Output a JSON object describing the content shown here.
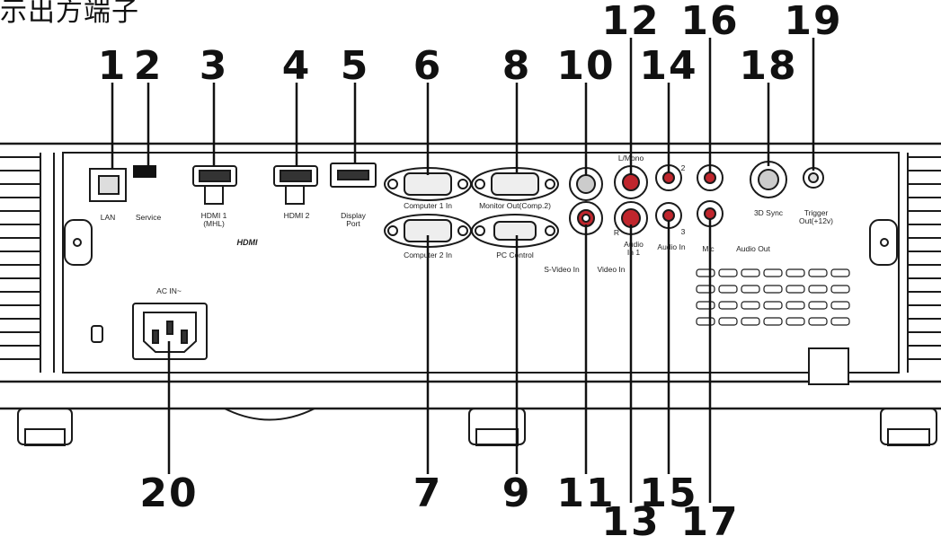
{
  "title_fragment": "示出方端子",
  "callouts": [
    "1",
    "2",
    "3",
    "4",
    "5",
    "6",
    "7",
    "8",
    "9",
    "10",
    "11",
    "12",
    "13",
    "14",
    "15",
    "16",
    "17",
    "18",
    "19",
    "20"
  ],
  "ports": {
    "lan": "LAN",
    "service": "Service",
    "hdmi1": "HDMI 1\n(MHL)",
    "hdmi2": "HDMI 2",
    "display_port": "Display\nPort",
    "hdmi_logo": "HDMI",
    "computer1": "Computer 1 In",
    "computer2": "Computer 2 In",
    "monitor_out": "Monitor Out(Comp.2)",
    "pc_control": "PC Control",
    "svideo": "S-Video In",
    "video": "Video In",
    "audio_lr": "L/Mono",
    "audio_r": "R",
    "audio_in1": "Audio\nIn 1",
    "audio_2": "2",
    "audio_3": "3",
    "audio_in": "Audio In",
    "mic": "Mic",
    "audio_out": "Audio Out",
    "sync3d": "3D Sync",
    "trigger": "Trigger\nOut(+12v)",
    "ac_in": "AC IN~"
  },
  "colors": {
    "outline": "#1a1a1a",
    "panel": "#ffffff",
    "red_connector": "#c0262d",
    "leader": "#111111"
  }
}
